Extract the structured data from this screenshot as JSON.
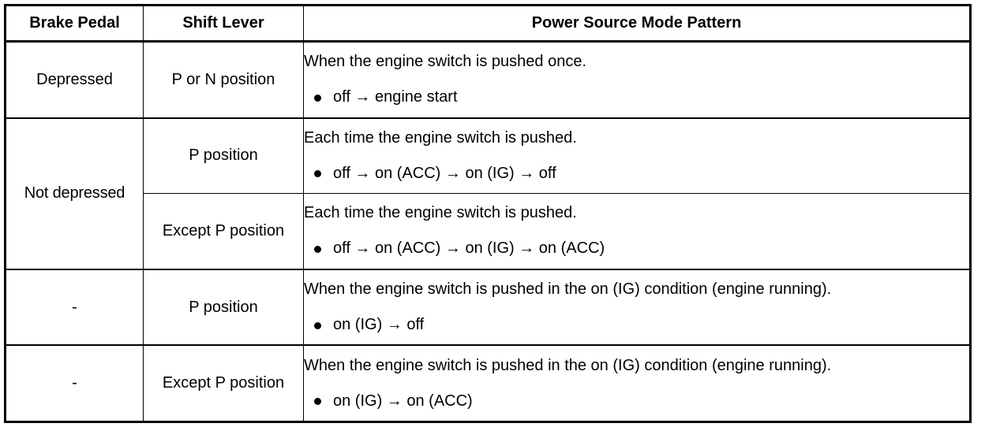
{
  "table": {
    "headers": [
      {
        "label": "Brake Pedal"
      },
      {
        "label": "Shift Lever"
      },
      {
        "label": "Power Source Mode Pattern"
      }
    ],
    "rows": [
      {
        "brake": "Depressed",
        "shift": "P or N position",
        "lead": "When the engine switch is pushed once.",
        "bullet": "off → engine start"
      },
      {
        "brake": "Not depressed",
        "shift": "P position",
        "lead": "Each time the engine switch is pushed.",
        "bullet": "off → on (ACC) → on (IG) → off"
      },
      {
        "brake": "",
        "shift": "Except P position",
        "lead": "Each time the engine switch is pushed.",
        "bullet": "off → on (ACC) → on (IG) → on (ACC)"
      },
      {
        "brake": "-",
        "shift": "P position",
        "lead": "When the engine switch is pushed in the on (IG) condition (engine running).",
        "bullet": "on (IG) → off"
      },
      {
        "brake": "-",
        "shift": "Except P position",
        "lead": "When the engine switch is pushed in the on (IG) condition (engine running).",
        "bullet": "on (IG) → on (ACC)"
      }
    ]
  },
  "colors": {
    "border": "#000000",
    "background": "#ffffff",
    "text": "#000000"
  }
}
